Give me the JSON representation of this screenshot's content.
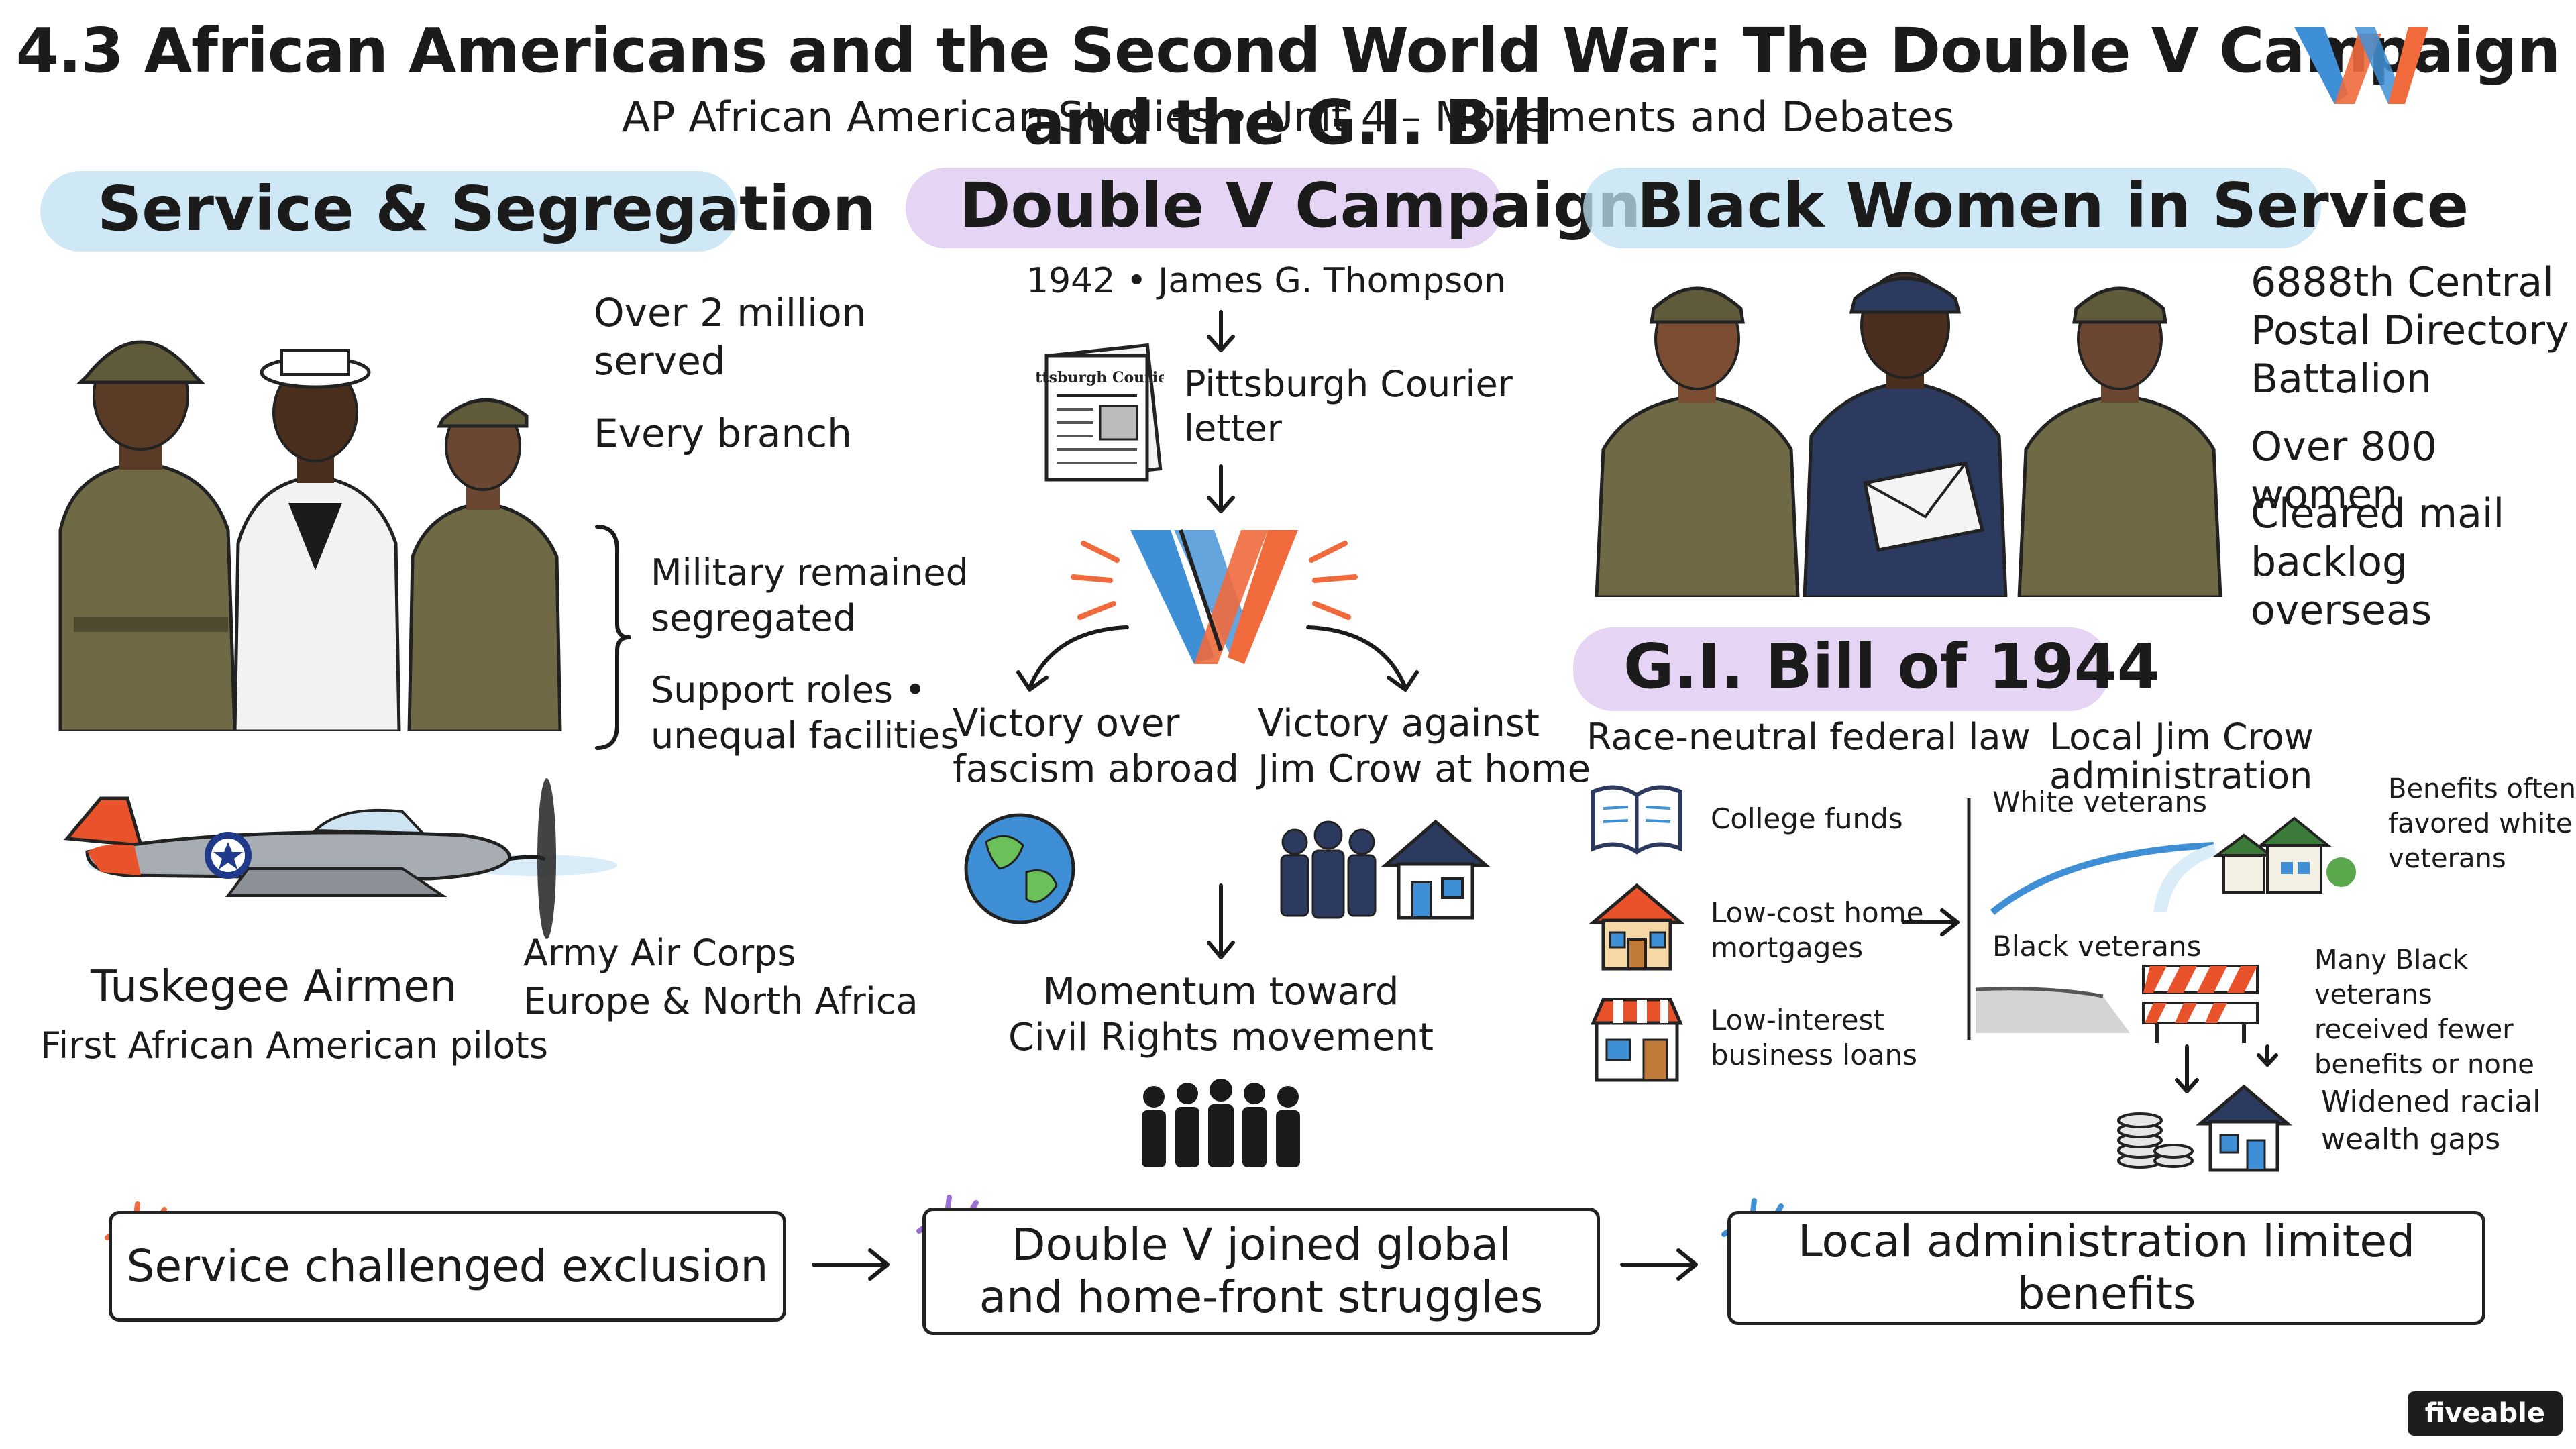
{
  "header": {
    "title": "4.3 African Americans and the Second World War: The Double V Campaign and the G.I. Bill",
    "subtitle": "AP African American Studies • Unit 4 – Movements and Debates"
  },
  "service": {
    "heading": "Service & Segregation",
    "served_line1": "Over 2 million",
    "served_line2": "served",
    "every_branch": "Every branch",
    "segregated_line1": "Military remained",
    "segregated_line2": "segregated",
    "support_line1": "Support roles •",
    "support_line2": "unequal facilities",
    "tuskegee_title": "Tuskegee Airmen",
    "tuskegee_sub": "First African American pilots",
    "aircorps_line1": "Army Air Corps",
    "aircorps_line2": "Europe & North Africa"
  },
  "double_v": {
    "heading": "Double V Campaign",
    "origin": "1942 • James G. Thompson",
    "newspaper_label": "Pittsburgh Courier",
    "letter_line1": "Pittsburgh Courier",
    "letter_line2": "letter",
    "abroad_line1": "Victory over",
    "abroad_line2": "fascism abroad",
    "home_line1": "Victory against",
    "home_line2": "Jim Crow at home",
    "momentum_line1": "Momentum toward",
    "momentum_line2": "Civil Rights movement"
  },
  "women": {
    "heading": "Black Women in Service",
    "battalion_line1": "6888th Central",
    "battalion_line2": "Postal Directory",
    "battalion_line3": "Battalion",
    "count": "Over 800 women",
    "mail_line1": "Cleared mail",
    "mail_line2": "backlog overseas"
  },
  "gi_bill": {
    "heading": "G.I. Bill of 1944",
    "race_neutral": "Race-neutral federal law",
    "local_admin": "Local Jim Crow administration",
    "benefits": [
      "College funds",
      "Low-cost home mortgages",
      "Low-interest business loans"
    ],
    "college": "College funds",
    "mortgage_line1": "Low-cost home",
    "mortgage_line2": "mortgages",
    "loans_line1": "Low-interest",
    "loans_line2": "business loans",
    "white_vets": "White veterans",
    "white_benefit_line1": "Benefits often",
    "white_benefit_line2": "favored white",
    "white_benefit_line3": "veterans",
    "black_vets": "Black veterans",
    "black_benefit_line1": "Many Black veterans",
    "black_benefit_line2": "received fewer",
    "black_benefit_line3": "benefits or none",
    "wealth_line1": "Widened racial",
    "wealth_line2": "wealth gaps"
  },
  "summary": {
    "box1": "Service challenged exclusion",
    "box2_line1": "Double V joined global",
    "box2_line2": "and home-front struggles",
    "box3": "Local administration limited benefits"
  },
  "brand": "fiveable",
  "colors": {
    "highlight_blue": "#bfe0f2",
    "highlight_purple": "#dcc6ef",
    "v_blue": "#3f8fd6",
    "v_orange": "#f06a3c",
    "olive": "#6f6a45",
    "navy": "#2b3a5e"
  }
}
